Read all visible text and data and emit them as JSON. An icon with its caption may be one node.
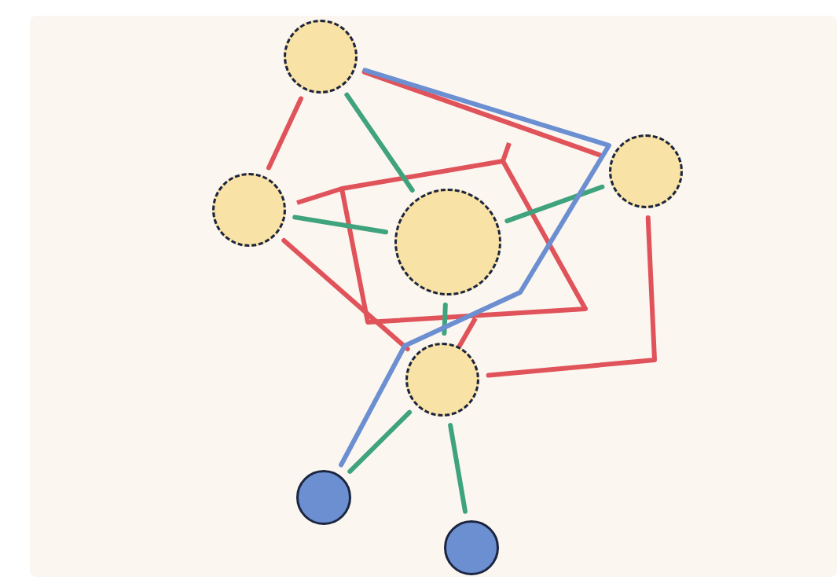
{
  "diagram": {
    "nodes": [
      {
        "text": [],
        "shape": "circle"
      },
      {
        "text": [],
        "shape": "circle"
      },
      {
        "text": [],
        "shape": "circle"
      },
      {
        "text": [],
        "shape": "circle"
      },
      {
        "text": [],
        "shape": "circle"
      },
      {
        "text": [],
        "shape": "circle"
      },
      {
        "text": [],
        "shape": "circle"
      }
    ],
    "edges": [
      {
        "from": 0,
        "to": 3,
        "arrow": "none"
      },
      {
        "from": 2,
        "to": 3,
        "arrow": "none"
      },
      {
        "from": 1,
        "to": 3,
        "arrow": "none"
      },
      {
        "from": 3,
        "to": 4,
        "arrow": "none"
      },
      {
        "from": 4,
        "to": 5,
        "arrow": "none"
      },
      {
        "from": 4,
        "to": 6,
        "arrow": "none"
      },
      {
        "from": 0,
        "to": 1,
        "arrow": "none",
        "color": "#e0535a"
      },
      {
        "from": 0,
        "to": 2,
        "arrow": "none",
        "color": "#e0535a"
      },
      {
        "from": 2,
        "to": 4,
        "arrow": "none",
        "color": "#e0535a"
      },
      {
        "from": 1,
        "to": 4,
        "arrow": "none",
        "color": "#e0535a"
      },
      {
        "from": 0,
        "to": 5,
        "arrow": "none",
        "color": "#6b8fd1"
      }
    ]
  }
}
